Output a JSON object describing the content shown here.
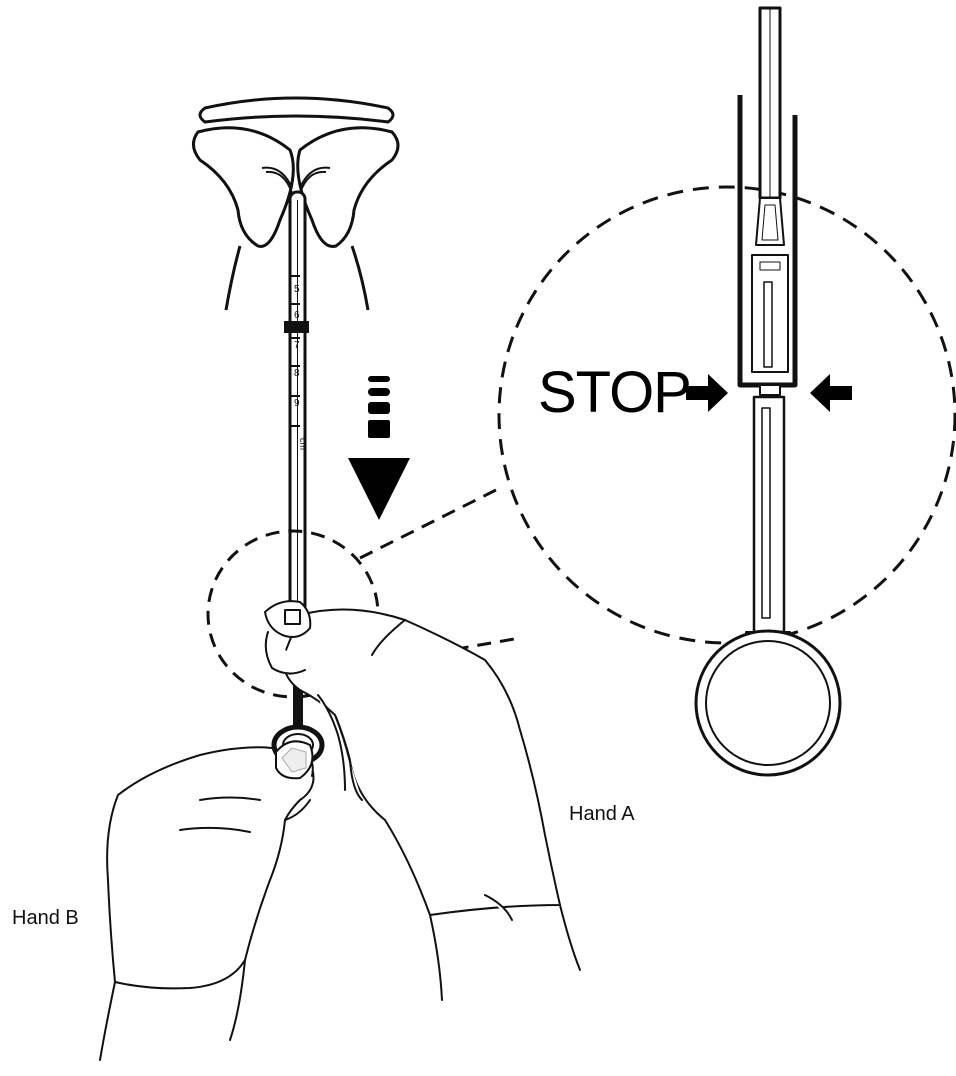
{
  "labels": {
    "stop": "STOP",
    "hand_a": "Hand A",
    "hand_b": "Hand B"
  },
  "scale_marks": [
    "5",
    "6",
    "7",
    "8",
    "9",
    "cm"
  ],
  "colors": {
    "line": "#111111",
    "fill": "#ffffff",
    "accent": "#000000"
  },
  "icons": {
    "down_arrow": "dashed-down-arrow-icon",
    "stop_arrow_left": "arrow-right-icon",
    "stop_arrow_right": "arrow-left-icon"
  }
}
